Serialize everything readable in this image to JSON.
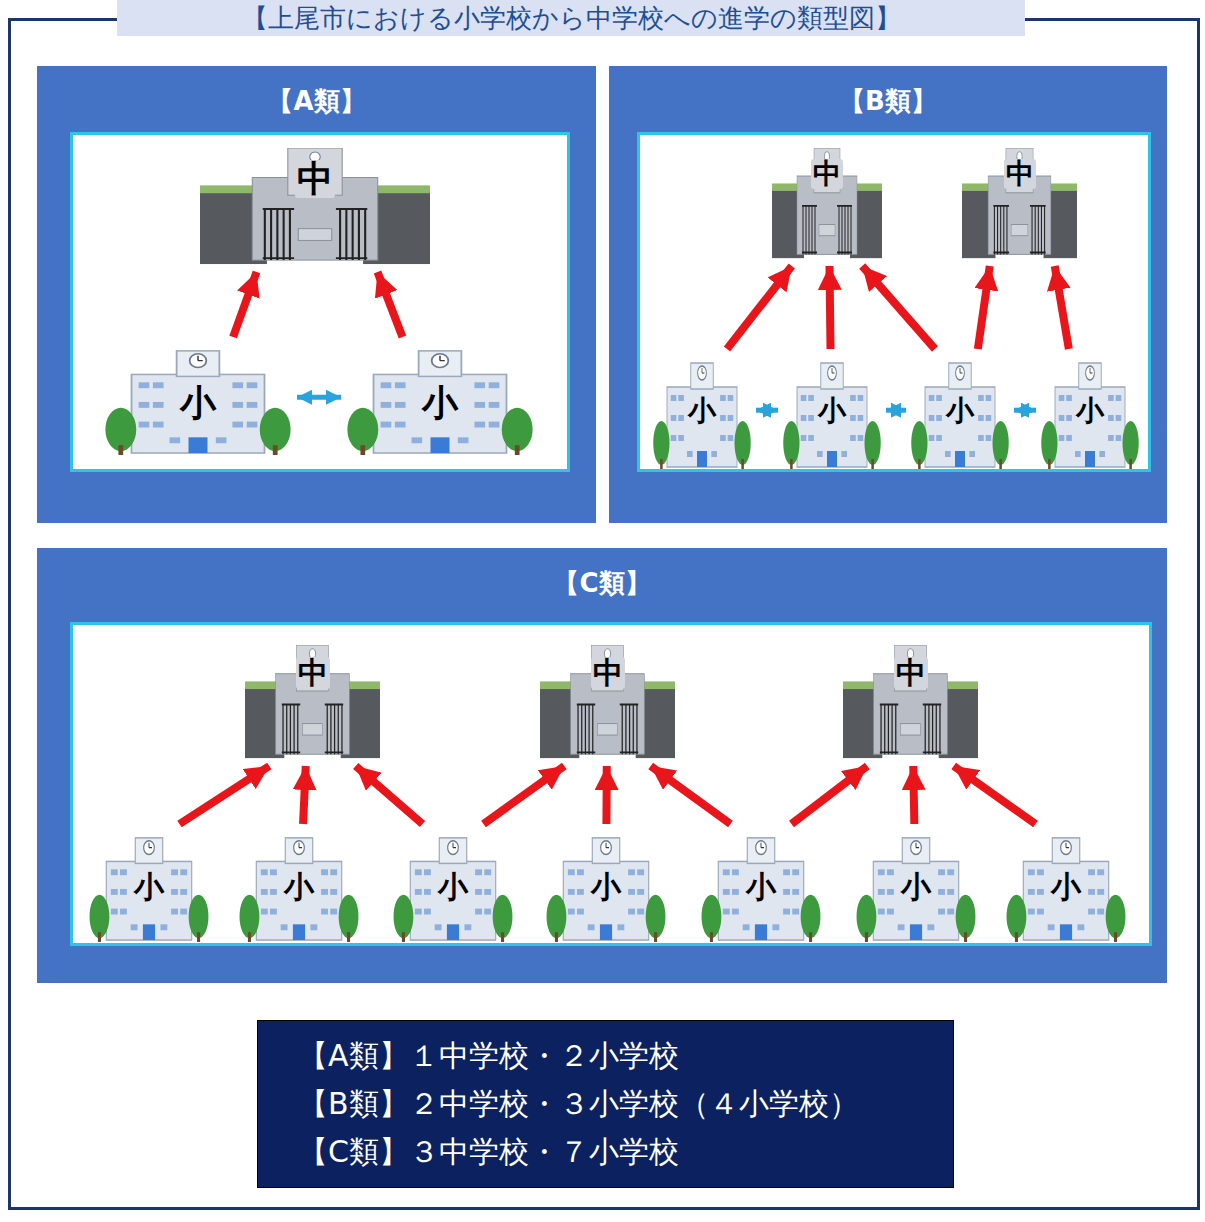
{
  "diagram": {
    "title": "【上尾市における小学校から中学校への進学の類型図】",
    "nodes": [
      {
        "text": [
          "【A類】"
        ]
      },
      {
        "text": [
          "中"
        ],
        "in": 0
      },
      {
        "text": [
          "小"
        ],
        "in": 0
      },
      {
        "text": [
          "小"
        ],
        "in": 0
      },
      {
        "text": [
          "【B類】"
        ]
      },
      {
        "text": [
          "中"
        ],
        "in": 4
      },
      {
        "text": [
          "中"
        ],
        "in": 4
      },
      {
        "text": [
          "小"
        ],
        "in": 4
      },
      {
        "text": [
          "小"
        ],
        "in": 4
      },
      {
        "text": [
          "小"
        ],
        "in": 4
      },
      {
        "text": [
          "小"
        ],
        "in": 4
      },
      {
        "text": [
          "【C類】"
        ]
      },
      {
        "text": [
          "中"
        ],
        "in": 11
      },
      {
        "text": [
          "中"
        ],
        "in": 11
      },
      {
        "text": [
          "中"
        ],
        "in": 11
      },
      {
        "text": [
          "小"
        ],
        "in": 11
      },
      {
        "text": [
          "小"
        ],
        "in": 11
      },
      {
        "text": [
          "小"
        ],
        "in": 11
      },
      {
        "text": [
          "小"
        ],
        "in": 11
      },
      {
        "text": [
          "小"
        ],
        "in": 11
      },
      {
        "text": [
          "小"
        ],
        "in": 11
      },
      {
        "text": [
          "小"
        ],
        "in": 11
      },
      {
        "text": [
          "【A類】１中学校・２小学校",
          "【B類】２中学校・３小学校（４小学校）",
          "【C類】３中学校・７小学校"
        ]
      }
    ],
    "edges": [
      {
        "from": 2,
        "to": 1,
        "arrow": "to"
      },
      {
        "from": 3,
        "to": 1,
        "arrow": "to"
      },
      {
        "from": 2,
        "to": 3,
        "arrow": "both"
      },
      {
        "from": 7,
        "to": 5,
        "arrow": "to"
      },
      {
        "from": 8,
        "to": 5,
        "arrow": "to"
      },
      {
        "from": 9,
        "to": 5,
        "arrow": "to"
      },
      {
        "from": 9,
        "to": 6,
        "arrow": "to"
      },
      {
        "from": 10,
        "to": 6,
        "arrow": "to"
      },
      {
        "from": 7,
        "to": 8,
        "arrow": "both"
      },
      {
        "from": 8,
        "to": 9,
        "arrow": "both"
      },
      {
        "from": 9,
        "to": 10,
        "arrow": "both"
      },
      {
        "from": 15,
        "to": 12,
        "arrow": "to"
      },
      {
        "from": 16,
        "to": 12,
        "arrow": "to"
      },
      {
        "from": 17,
        "to": 12,
        "arrow": "to"
      },
      {
        "from": 17,
        "to": 13,
        "arrow": "to"
      },
      {
        "from": 18,
        "to": 13,
        "arrow": "to"
      },
      {
        "from": 19,
        "to": 13,
        "arrow": "to"
      },
      {
        "from": 19,
        "to": 14,
        "arrow": "to"
      },
      {
        "from": 20,
        "to": 14,
        "arrow": "to"
      },
      {
        "from": 21,
        "to": 14,
        "arrow": "to"
      }
    ]
  }
}
